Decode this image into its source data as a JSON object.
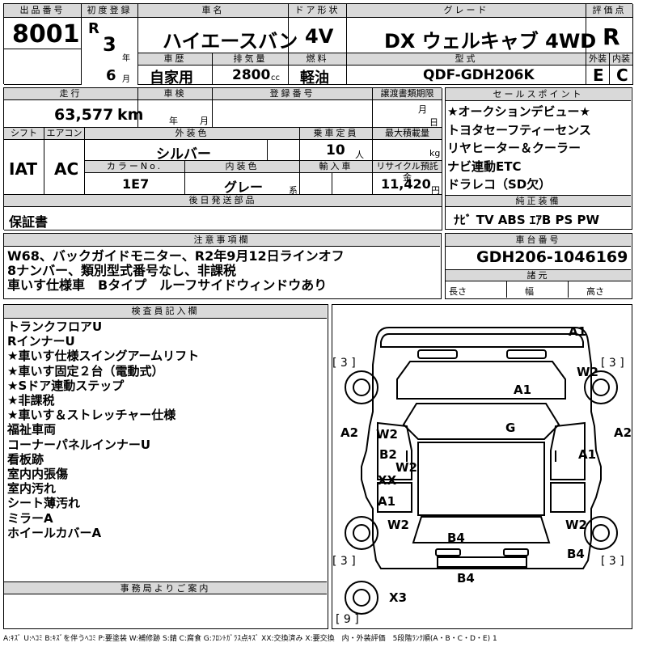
{
  "headers": {
    "lot_no": "出品番号",
    "first_reg": "初度登録",
    "car_name": "車名",
    "door": "ドア形状",
    "grade": "グレード",
    "score": "評価点",
    "history": "車歴",
    "displacement": "排気量",
    "fuel": "燃料",
    "model": "型式",
    "exterior": "外装",
    "interior": "内装",
    "mileage": "走行",
    "inspection": "車検",
    "reg_no": "登録番号",
    "transfer": "譲渡書類期限",
    "sales_points": "セールスポイント",
    "shift": "シフト",
    "aircon": "エアコン",
    "ext_color": "外装色",
    "capacity": "乗車定員",
    "max_load": "最大積載量",
    "color_no": "カラーNo.",
    "int_color": "内装色",
    "import": "輸入車",
    "recycle": "リサイクル預託金",
    "later_parts": "後日発送部品",
    "genuine": "純正装備",
    "notes": "注意事項欄",
    "chassis": "車台番号",
    "specs": "諸元",
    "inspector": "検査員記入欄",
    "office": "事務局よりご案内"
  },
  "vehicle": {
    "lot_no": "8001",
    "era": "R",
    "year": "3",
    "year_unit": "年",
    "month": "6",
    "month_unit": "月",
    "name": "ハイエースバン",
    "door": "4V",
    "grade": "DX ウェルキャブ 4WD",
    "score": "R",
    "history": "自家用",
    "displacement": "2800",
    "cc": "cc",
    "fuel": "軽油",
    "model": "QDF-GDH206K",
    "ext_score": "E",
    "int_score": "C",
    "mileage": "63,577",
    "km": "km",
    "insp_year": "年",
    "insp_month": "月",
    "transfer_month": "月",
    "transfer_day": "日",
    "shift": "IAT",
    "aircon": "AC",
    "color": "シルバー",
    "capacity": "10",
    "person": "人",
    "kg": "kg",
    "color_no": "1E7",
    "int_color": "グレー",
    "kei": "系",
    "recycle": "11,420",
    "yen": "円",
    "later_parts": "保証書",
    "genuine": "ﾅﾋﾞ TV ABS ｴｱB PS PW",
    "chassis": "GDH206-1046169",
    "length": "長さ",
    "width": "幅",
    "height": "高さ"
  },
  "sales_points": [
    "★オークションデビュー★",
    "トヨタセーフティーセンス",
    "リヤヒーター＆クーラー",
    "ナビ連動ETC",
    "ドラレコ（SD欠）"
  ],
  "notes": [
    "W68、バックガイドモニター、R2年9月12日ラインオフ",
    "8ナンバー、類別型式番号なし、非課税",
    "車いす仕様車　Bタイプ　ルーフサイドウィンドウあり"
  ],
  "inspector": [
    "トランクフロアU",
    "RインナーU",
    "★車いす仕様スイングアームリフト",
    "★車いす固定２台（電動式）",
    "★Sドア連動ステップ",
    "★非課税",
    "★車いす＆ストレッチャー仕様",
    "福祉車両",
    "コーナーパネルインナーU",
    "看板跡",
    "室内内張傷",
    "室内汚れ",
    "シート薄汚れ",
    "ミラーA",
    "ホイールカバーA"
  ],
  "diagram": {
    "marks": {
      "a1_top": "A1",
      "w2_tr": "W2",
      "a1_hood": "A1",
      "g_glass": "G",
      "a2_left": "A2",
      "a2_right": "A2",
      "w2_inner": "W2",
      "b2": "B2",
      "w2_mid": "W2",
      "a1_rside": "A1",
      "xx": "XX",
      "a1_lower": "A1",
      "w2_bl": "W2",
      "w2_br": "W2",
      "b4_floor": "B4",
      "b4_rear": "B4",
      "b4_bumper": "B4",
      "x3": "X3"
    },
    "tire_labels": {
      "fl": "[ 3 ]",
      "fr": "[ 3 ]",
      "rl": "[ 3 ]",
      "rr": "[ 3 ]",
      "spare": "[ 9 ]"
    }
  },
  "legend": "A:ｷｽﾞ U:ﾍｺﾐ B:ｷｽﾞを伴うﾍｺﾐ P:要塗装 W:補修跡 S:錆 C:腐食 G:ﾌﾛﾝﾄｶﾞﾗｽ点ｷｽﾞ XX:交換済み X:要交換　内・外装評価　5段階ﾗﾝｸ順(A・B・C・D・E) 1"
}
